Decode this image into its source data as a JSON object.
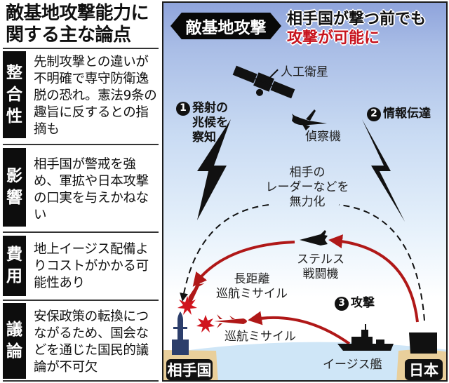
{
  "left_panel": {
    "title_line1": "敵基地攻撃能力に",
    "title_line2": "関する主な論点",
    "rows": [
      {
        "label_chars": [
          "整",
          "合",
          "性"
        ],
        "text": "先制攻撃との違いが不明確で専守防衛逸脱の恐れ。憲法9条の趣旨に反するとの指摘も"
      },
      {
        "label_chars": [
          "影",
          "響"
        ],
        "text": "相手国が警戒を強め、軍拡や日本攻撃の口実を与えかねない"
      },
      {
        "label_chars": [
          "費",
          "用"
        ],
        "text": "地上イージス配備よりコストがかかる可能性あり"
      },
      {
        "label_chars": [
          "議",
          "論"
        ],
        "text": "安保政策の転換につながるため、国会などを通じた国民的議論が不可欠"
      }
    ]
  },
  "diagram": {
    "tag": "敵基地攻撃",
    "headline_line1": "相手国が撃つ前でも",
    "headline_line2": "攻撃が可能に",
    "satellite_label": "人工衛星",
    "recon_label": "偵察機",
    "step1": {
      "num": "1",
      "line1": "発射の",
      "line2": "兆候を",
      "line3": "察知"
    },
    "step2": {
      "num": "2",
      "text": "情報伝達"
    },
    "step3": {
      "num": "3",
      "text": "攻撃"
    },
    "radar_line1": "相手の",
    "radar_line2": "レーダーなどを",
    "radar_line3": "無力化",
    "stealth_line1": "ステルス",
    "stealth_line2": "戦闘機",
    "long_range_line1": "長距離",
    "long_range_line2": "巡航ミサイル",
    "cruise_missile": "巡航ミサイル",
    "aegis_ship": "イージス艦",
    "enemy_country": "相手国",
    "japan": "日本"
  },
  "colors": {
    "accent_red": "#c8141e",
    "arrow_red": "#b01818",
    "sky_top": "#8fa4dc",
    "sea": "#cfe6f7",
    "land": "#e9cf9b",
    "missile_navy": "#2c3e6b"
  }
}
